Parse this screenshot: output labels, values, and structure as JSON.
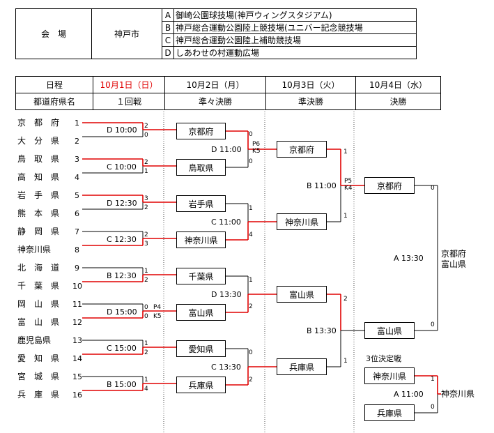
{
  "venues": {
    "label": "会　場",
    "city": "神戸市",
    "list": [
      {
        "code": "A",
        "name": "御崎公園球技場(神戸ウィングスタジアム)"
      },
      {
        "code": "B",
        "name": "神戸総合運動公園陸上競技場(ユニバー記念競技場"
      },
      {
        "code": "C",
        "name": "神戸総合運動公園陸上補助競技場"
      },
      {
        "code": "D",
        "name": "しあわせの村運動広場"
      }
    ]
  },
  "header": {
    "schedule_label": "日程",
    "pref_label": "都道府県名",
    "days": [
      {
        "date": "10月1日（日）",
        "round": "１回戦",
        "color": "#e00000"
      },
      {
        "date": "10月2日（月）",
        "round": "準々決勝"
      },
      {
        "date": "10月3日（火）",
        "round": "準決勝"
      },
      {
        "date": "10月4日（水）",
        "round": "決勝"
      }
    ]
  },
  "teams": [
    {
      "name": "京　都　府",
      "no": "1"
    },
    {
      "name": "大　分　県",
      "no": "2"
    },
    {
      "name": "鳥　取　県",
      "no": "3"
    },
    {
      "name": "高　知　県",
      "no": "4"
    },
    {
      "name": "岩　手　県",
      "no": "5"
    },
    {
      "name": "熊　本　県",
      "no": "6"
    },
    {
      "name": "静　岡　県",
      "no": "7"
    },
    {
      "name": "神奈川県",
      "no": "8"
    },
    {
      "name": "北　海　道",
      "no": "9"
    },
    {
      "name": "千　葉　県",
      "no": "10"
    },
    {
      "name": "岡　山　県",
      "no": "11"
    },
    {
      "name": "富　山　県",
      "no": "12"
    },
    {
      "name": "鹿児島県",
      "no": "13"
    },
    {
      "name": "愛　知　県",
      "no": "14"
    },
    {
      "name": "宮　城　県",
      "no": "15"
    },
    {
      "name": "兵　庫　県",
      "no": "16"
    }
  ],
  "round1": [
    {
      "time": "D 10:00",
      "s1": "2",
      "s2": "0"
    },
    {
      "time": "C 10:00",
      "s1": "2",
      "s2": "1"
    },
    {
      "time": "D 12:30",
      "s1": "3",
      "s2": "2"
    },
    {
      "time": "C 12:30",
      "s1": "2",
      "s2": "3"
    },
    {
      "time": "B 12:30",
      "s1": "1",
      "s2": "2"
    },
    {
      "time": "D 15:00",
      "s1": "0",
      "s2": "0",
      "pk1": "P4",
      "pk2": "K5"
    },
    {
      "time": "C 15:00",
      "s1": "1",
      "s2": "2"
    },
    {
      "time": "B 15:00",
      "s1": "1",
      "s2": "4"
    }
  ],
  "qf": [
    {
      "team": "京都府",
      "time": "D 11:00",
      "s1": "0",
      "s2": "0",
      "pk1": "P6",
      "pk2": "K5"
    },
    {
      "team": "鳥取県"
    },
    {
      "team": "岩手県",
      "time": "C 11:00",
      "s1": "1",
      "s2": "4"
    },
    {
      "team": "神奈川県"
    },
    {
      "team": "千葉県",
      "time": "D 13:30",
      "s1": "1",
      "s2": "2"
    },
    {
      "team": "富山県"
    },
    {
      "team": "愛知県",
      "time": "C 13:30",
      "s1": "0",
      "s2": "2"
    },
    {
      "team": "兵庫県"
    }
  ],
  "sf": [
    {
      "team": "京都府",
      "time": "B 11:00",
      "s1": "1",
      "s2": "1",
      "pk1": "P5",
      "pk2": "K4"
    },
    {
      "team": "神奈川県"
    },
    {
      "team": "富山県",
      "time": "B 13:30",
      "s1": "2",
      "s2": "1"
    },
    {
      "team": "兵庫県"
    }
  ],
  "final": {
    "team1": "京都府",
    "team2": "富山県",
    "time": "A 13:30",
    "s1": "0",
    "s2": "0",
    "winner1": "京都府",
    "winner2": "富山県"
  },
  "third": {
    "label": "3位決定戦",
    "team1": "神奈川県",
    "team2": "兵庫県",
    "time": "A 11:00",
    "s1": "1",
    "s2": "0",
    "winner": "神奈川県"
  }
}
